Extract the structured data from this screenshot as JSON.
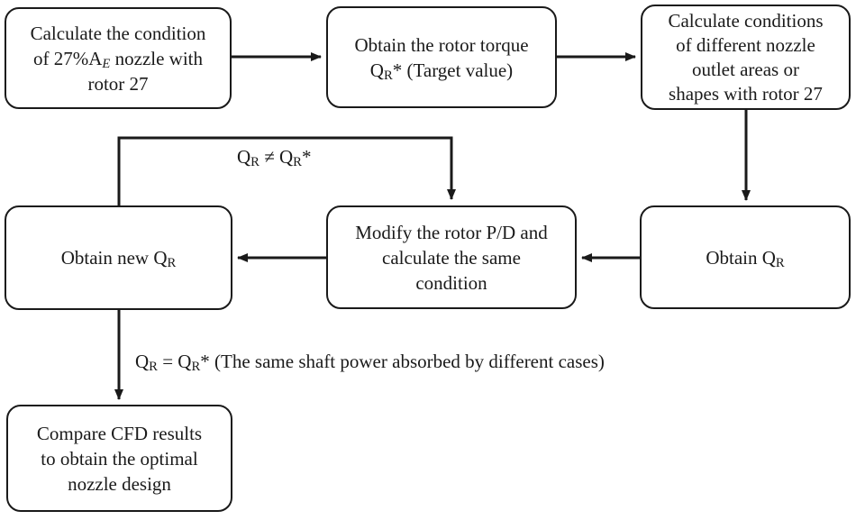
{
  "diagram": {
    "type": "flowchart",
    "background_color": "#ffffff",
    "line_color": "#1a1a1a",
    "nodes": {
      "calc_nozzle27": {
        "lines": [
          [
            {
              "t": "Calculate the condition"
            }
          ],
          [
            {
              "t": "of 27%A"
            },
            {
              "subi": "E"
            },
            {
              "t": " nozzle with"
            }
          ],
          [
            {
              "t": "rotor 27"
            }
          ]
        ]
      },
      "obtain_target_torque": {
        "lines": [
          [
            {
              "t": "Obtain the rotor torque"
            }
          ],
          [
            {
              "t": "Q"
            },
            {
              "sub": "R"
            },
            {
              "t": "* (Target value)"
            }
          ]
        ]
      },
      "calc_conditions": {
        "lines": [
          [
            {
              "t": "Calculate conditions"
            }
          ],
          [
            {
              "t": "of different nozzle"
            }
          ],
          [
            {
              "t": "outlet areas or"
            }
          ],
          [
            {
              "t": "shapes with rotor 27"
            }
          ]
        ]
      },
      "obtain_qr": {
        "lines": [
          [
            {
              "t": "Obtain Q"
            },
            {
              "sub": "R"
            }
          ]
        ]
      },
      "modify_pd": {
        "lines": [
          [
            {
              "t": "Modify the rotor P/D and"
            }
          ],
          [
            {
              "t": "calculate the same"
            }
          ],
          [
            {
              "t": "condition"
            }
          ]
        ]
      },
      "obtain_new_qr": {
        "lines": [
          [
            {
              "t": "Obtain new Q"
            },
            {
              "sub": "R"
            }
          ]
        ]
      },
      "compare_cfd": {
        "lines": [
          [
            {
              "t": "Compare CFD results"
            }
          ],
          [
            {
              "t": "to obtain the optimal"
            }
          ],
          [
            {
              "t": "nozzle design"
            }
          ]
        ]
      }
    },
    "edge_labels": {
      "not_equal": [
        [
          {
            "t": "Q"
          },
          {
            "sub": "R"
          },
          {
            "t": " ≠ Q"
          },
          {
            "sub": "R"
          },
          {
            "t": "*"
          }
        ]
      ],
      "equal": [
        [
          {
            "t": "Q"
          },
          {
            "sub": "R"
          },
          {
            "t": " = Q"
          },
          {
            "sub": "R"
          },
          {
            "t": "* (The same shaft power absorbed by different cases)"
          }
        ]
      ]
    }
  }
}
